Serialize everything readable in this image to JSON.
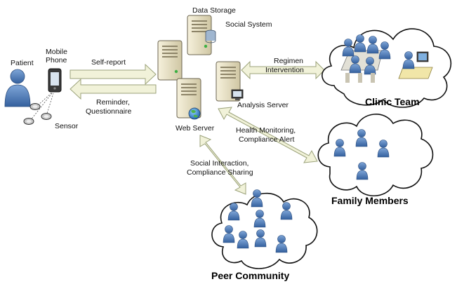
{
  "patient": {
    "label": "Patient",
    "mobile_phone_line1": "Mobile",
    "mobile_phone_line2": "Phone",
    "sensor_label": "Sensor"
  },
  "servers": {
    "data_storage": "Data Storage",
    "social_system": "Social System",
    "analysis_server": "Analysis Server",
    "web_server": "Web Server"
  },
  "arrows": {
    "self_report": "Self-report",
    "reminder_line1": "Reminder,",
    "reminder_line2": "Questionnaire",
    "regimen_line1": "Regimen",
    "regimen_line2": "Intervention",
    "health_line1": "Health Monitoring,",
    "health_line2": "Compliance Alert",
    "social_line1": "Social Interaction,",
    "social_line2": "Compliance Sharing"
  },
  "groups": {
    "clinic_team": "Clinic Team",
    "family_members": "Family Members",
    "peer_community": "Peer Community"
  },
  "colors": {
    "arrow_fill": "#f1f2d9",
    "arrow_stroke": "#9ba27a",
    "server_body": "#ece5c9",
    "person_blue": "#4a79b9",
    "cloud_stroke": "#111111"
  }
}
